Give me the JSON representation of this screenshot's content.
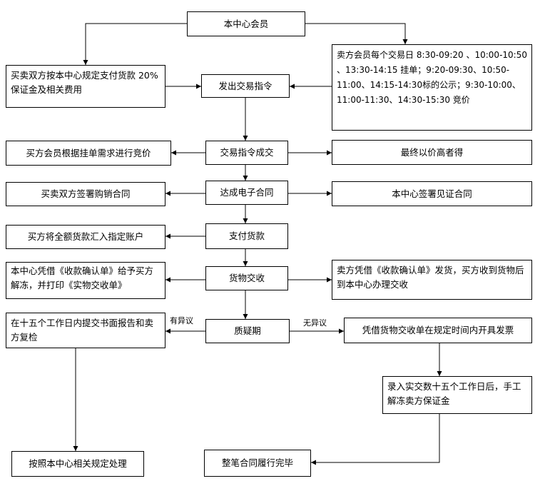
{
  "nodes": {
    "member_center": "本中心会员",
    "buyers_sellers_deposit": "买卖双方按本中心规定支付货款 20%保证金及相关费用",
    "issue_instruction": "发出交易指令",
    "seller_schedule": "卖方会员每个交易日 8:30-09:20 、10:00-10:50 、13:30-14:15 挂单；9:20-09:30、10:50-11:00、14:15-14:30标的公示；9:30-10:00、11:00-11:30、14:30-15:30 竞价",
    "buyer_bid": "买方会员根据挂单需求进行竞价",
    "instruction_done": "交易指令成交",
    "highest_wins": "最终以价高者得",
    "sign_purchase": "买卖双方签署购销合同",
    "e_contract": "达成电子合同",
    "witness_contract": "本中心签署见证合同",
    "remit_payment": "买方将全额货款汇入指定账户",
    "pay": "支付货款",
    "center_unfreeze": "本中心凭借《收款确认单》给予买方解冻，并打印《实物交收单》",
    "delivery": "货物交收",
    "seller_ship": "卖方凭借《收款确认单》发货，买方收到货物后到本中心办理交收",
    "written_report": "在十五个工作日内提交书面报告和卖方复检",
    "quality_objection": "质疑期",
    "invoice": "凭借货物交收单在规定时间内开具发票",
    "unfreeze_deposit": "录入实交数十五个工作日后，手工解冻卖方保证金",
    "handle_rules": "按照本中心相关规定处理",
    "contract_complete": "整笔合同履行完毕"
  },
  "edge_labels": {
    "has_objection": "有异议",
    "no_objection": "无异议"
  },
  "colors": {
    "line": "#000000",
    "box_border": "#000000",
    "background": "#ffffff"
  }
}
